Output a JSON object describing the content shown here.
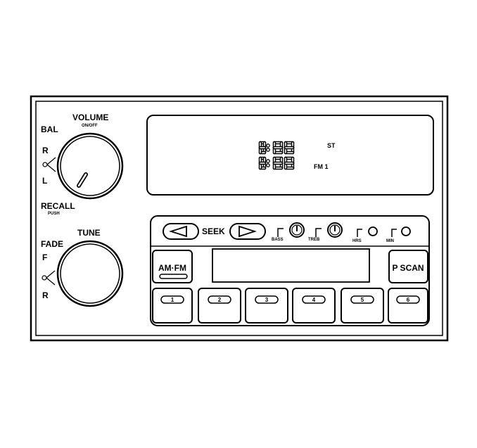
{
  "left_controls": {
    "volume_label": "VOLUME",
    "volume_sub": "ON/OFF",
    "bal_label": "BAL",
    "bal_r": "R",
    "bal_l": "L",
    "recall_label": "RECALL",
    "recall_sub": "PUSH",
    "tune_label": "TUNE",
    "fade_label": "FADE",
    "fade_f": "F",
    "fade_r": "R"
  },
  "display": {
    "digits_top": "8:88",
    "digits_bottom": "8:88",
    "stereo_indicator": "ST",
    "band_indicator": "FM 1"
  },
  "control_row": {
    "seek_label": "SEEK",
    "bass_label": "BASS",
    "treb_label": "TREB",
    "hrs_label": "HRS",
    "min_label": "MIN"
  },
  "buttons": {
    "am_fm": "AM·FM",
    "p_scan": "P SCAN",
    "presets": [
      "1",
      "2",
      "3",
      "4",
      "5",
      "6"
    ]
  }
}
